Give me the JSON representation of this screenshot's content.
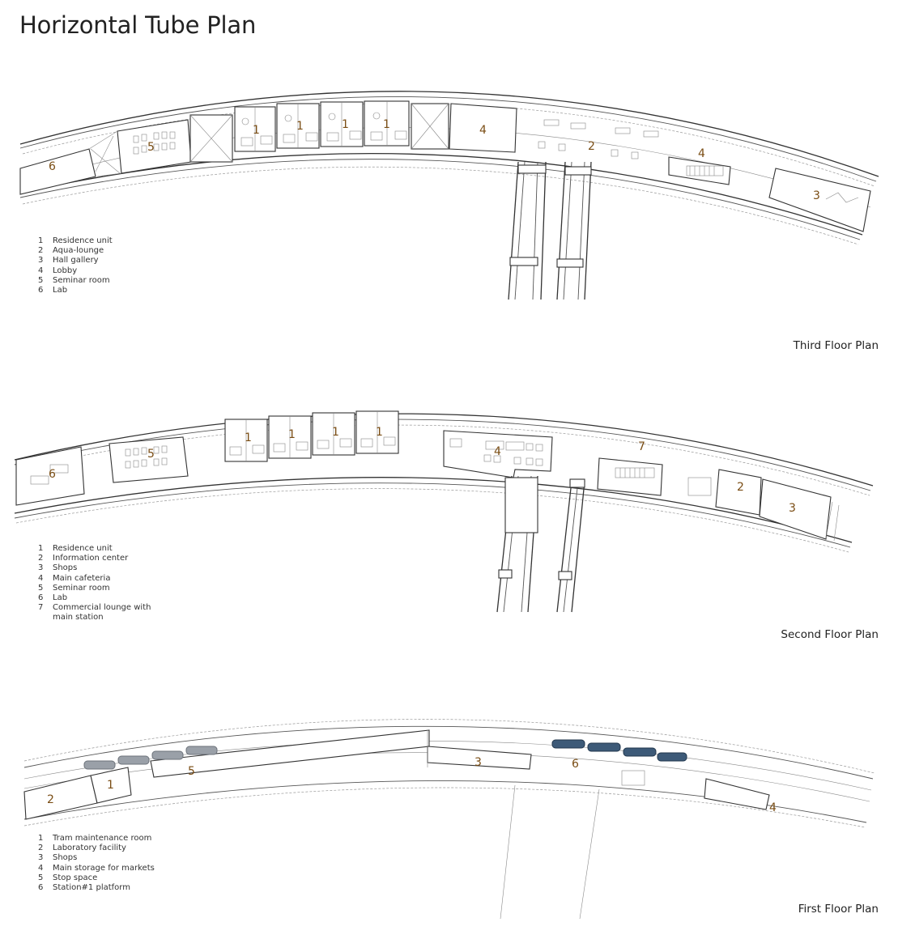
{
  "title": "Horizontal Tube Plan",
  "plans": [
    {
      "caption": "Third Floor Plan",
      "legend": [
        {
          "n": "1",
          "label": "Residence unit"
        },
        {
          "n": "2",
          "label": "Aqua-lounge"
        },
        {
          "n": "3",
          "label": "Hall gallery"
        },
        {
          "n": "4",
          "label": "Lobby"
        },
        {
          "n": "5",
          "label": "Seminar room"
        },
        {
          "n": "6",
          "label": "Lab"
        }
      ],
      "labels": [
        "6",
        "5",
        "1",
        "1",
        "1",
        "1",
        "4",
        "2",
        "4",
        "3"
      ]
    },
    {
      "caption": "Second Floor Plan",
      "legend": [
        {
          "n": "1",
          "label": "Residence unit"
        },
        {
          "n": "2",
          "label": "Information center"
        },
        {
          "n": "3",
          "label": "Shops"
        },
        {
          "n": "4",
          "label": "Main cafeteria"
        },
        {
          "n": "5",
          "label": "Seminar room"
        },
        {
          "n": "6",
          "label": "Lab"
        },
        {
          "n": "7",
          "label": "Commercial lounge with"
        },
        {
          "n": "",
          "label": "main station"
        }
      ],
      "labels": [
        "6",
        "5",
        "1",
        "1",
        "1",
        "1",
        "4",
        "7",
        "2",
        "3"
      ]
    },
    {
      "caption": "First Floor Plan",
      "legend": [
        {
          "n": "1",
          "label": "Tram maintenance room"
        },
        {
          "n": "2",
          "label": "Laboratory facility"
        },
        {
          "n": "3",
          "label": "Shops"
        },
        {
          "n": "4",
          "label": "Main storage for markets"
        },
        {
          "n": "5",
          "label": "Stop space"
        },
        {
          "n": "6",
          "label": "Station#1 platform"
        }
      ],
      "labels": [
        "2",
        "1",
        "5",
        "3",
        "6",
        "4"
      ]
    }
  ],
  "colors": {
    "label": "#7a4d14",
    "tram_grey": "#9aa0a8",
    "tram_blue": "#3d5a78"
  }
}
